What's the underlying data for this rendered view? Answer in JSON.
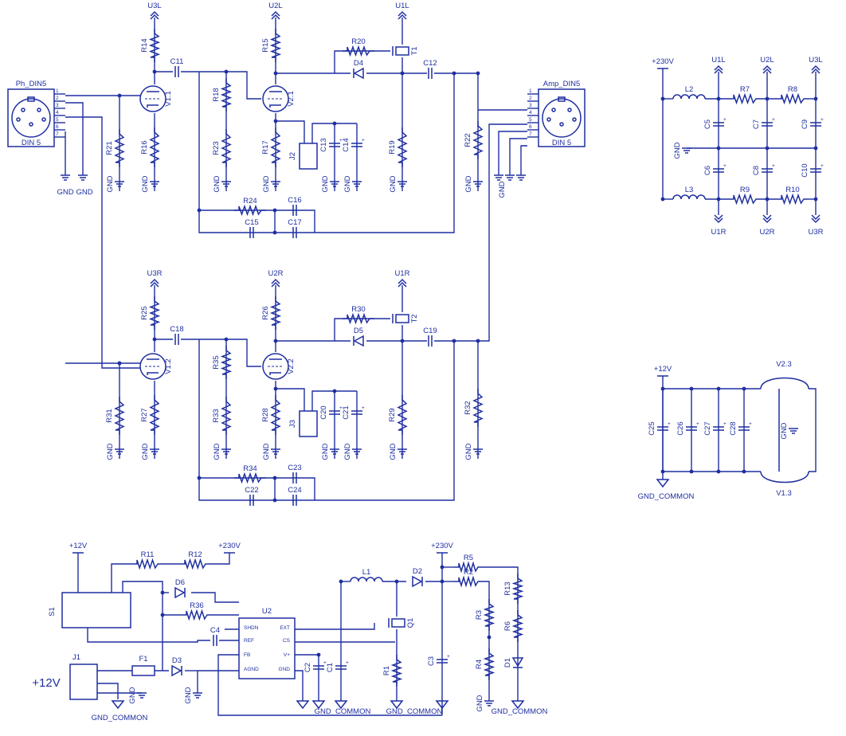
{
  "rails": {
    "u3l": "U3L",
    "u2l": "U2L",
    "u1l": "U1L",
    "u3r": "U3R",
    "u2r": "U2R",
    "u1r": "U1R",
    "v230": "+230V",
    "v12": "+12V",
    "gnd": "GND",
    "gnd_common": "GND_COMMON"
  },
  "connectors": {
    "in_name": "Ph_DIN5",
    "in_type": "DIN 5",
    "out_name": "Amp_DIN5",
    "out_type": "DIN 5",
    "pins": [
      "1",
      "2",
      "3",
      "4",
      "5",
      "6",
      "7"
    ]
  },
  "left_channel": {
    "r_top1": "R14",
    "r_top2": "R15",
    "r_in": "R21",
    "r_k1": "R16",
    "r_g1": "R18",
    "r_g2": "R23",
    "r_k2": "R17",
    "r_pass": "R20",
    "r_out": "R19",
    "r_load": "R22",
    "r_fb": "R24",
    "c_couple1": "C11",
    "c_out": "C12",
    "c_k1": "C13",
    "c_k2": "C14",
    "c_fb1": "C16",
    "c_fb2": "C15",
    "c_fb3": "C17",
    "diode": "D4",
    "fet": "T1",
    "jumper": "J2",
    "tube1": "V1.1",
    "tube2": "V2.1"
  },
  "right_channel": {
    "r_top1": "R25",
    "r_top2": "R26",
    "r_in": "R31",
    "r_k1": "R27",
    "r_g1": "R35",
    "r_g2": "R33",
    "r_k2": "R28",
    "r_pass": "R30",
    "r_out": "R29",
    "r_load": "R32",
    "r_fb": "R34",
    "c_couple1": "C18",
    "c_out": "C19",
    "c_k1": "C20",
    "c_k2": "C21",
    "c_fb1": "C23",
    "c_fb2": "C22",
    "c_fb3": "C24",
    "diode": "D5",
    "fet": "T2",
    "jumper": "J3",
    "tube1": "V1.2",
    "tube2": "V2.2"
  },
  "filter": {
    "inductor_top": "L2",
    "inductor_bottom": "L3",
    "resistors_top": [
      "R7",
      "R8"
    ],
    "resistors_bottom": [
      "R9",
      "R10"
    ],
    "caps_top": [
      "C5",
      "C7",
      "C9"
    ],
    "caps_bottom": [
      "C6",
      "C8",
      "C10"
    ]
  },
  "heater": {
    "caps": [
      "C25",
      "C26",
      "C27",
      "C28"
    ],
    "tube_top": "V2.3",
    "tube_bottom": "V1.3"
  },
  "psu": {
    "switch": "S1",
    "jack": "J1",
    "fuse": "F1",
    "jack_voltage": "+12V",
    "resistors": [
      "R11",
      "R12",
      "R36",
      "R5",
      "R2",
      "R3",
      "R4",
      "R13",
      "R6",
      "R1"
    ],
    "diodes": [
      "D6",
      "D3",
      "D2"
    ],
    "led": "D1",
    "inductor": "L1",
    "caps": [
      "C4",
      "C2",
      "C1",
      "C3"
    ],
    "ic": "U2",
    "mosfet": "Q1",
    "ic_pins": [
      "SHDN",
      "REF",
      "FB",
      "AGND",
      "EXT",
      "CS",
      "V+",
      "GND"
    ]
  }
}
